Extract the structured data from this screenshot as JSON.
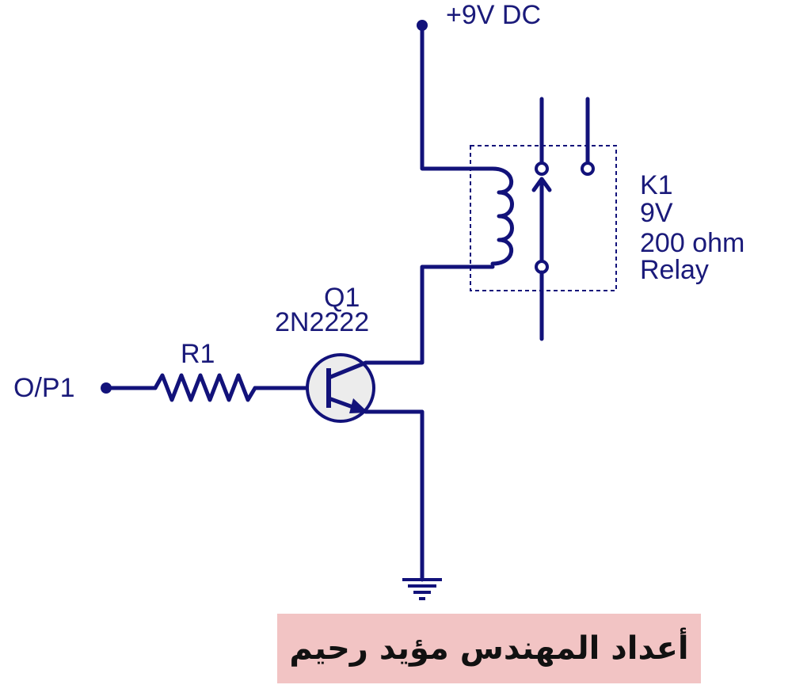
{
  "labels": {
    "supply": "+9V DC",
    "input": "O/P1",
    "resistor": "R1",
    "transistor_ref": "Q1",
    "transistor_part": "2N2222",
    "relay_ref": "K1",
    "relay_voltage": "9V",
    "relay_resistance": "200 ohm",
    "relay_type": "Relay"
  },
  "credit": "أعداد المهندس مؤيد رحيم",
  "colors": {
    "wire": "#12127a",
    "label": "#1a1a7a",
    "credit_bg": "#f2c4c4"
  }
}
